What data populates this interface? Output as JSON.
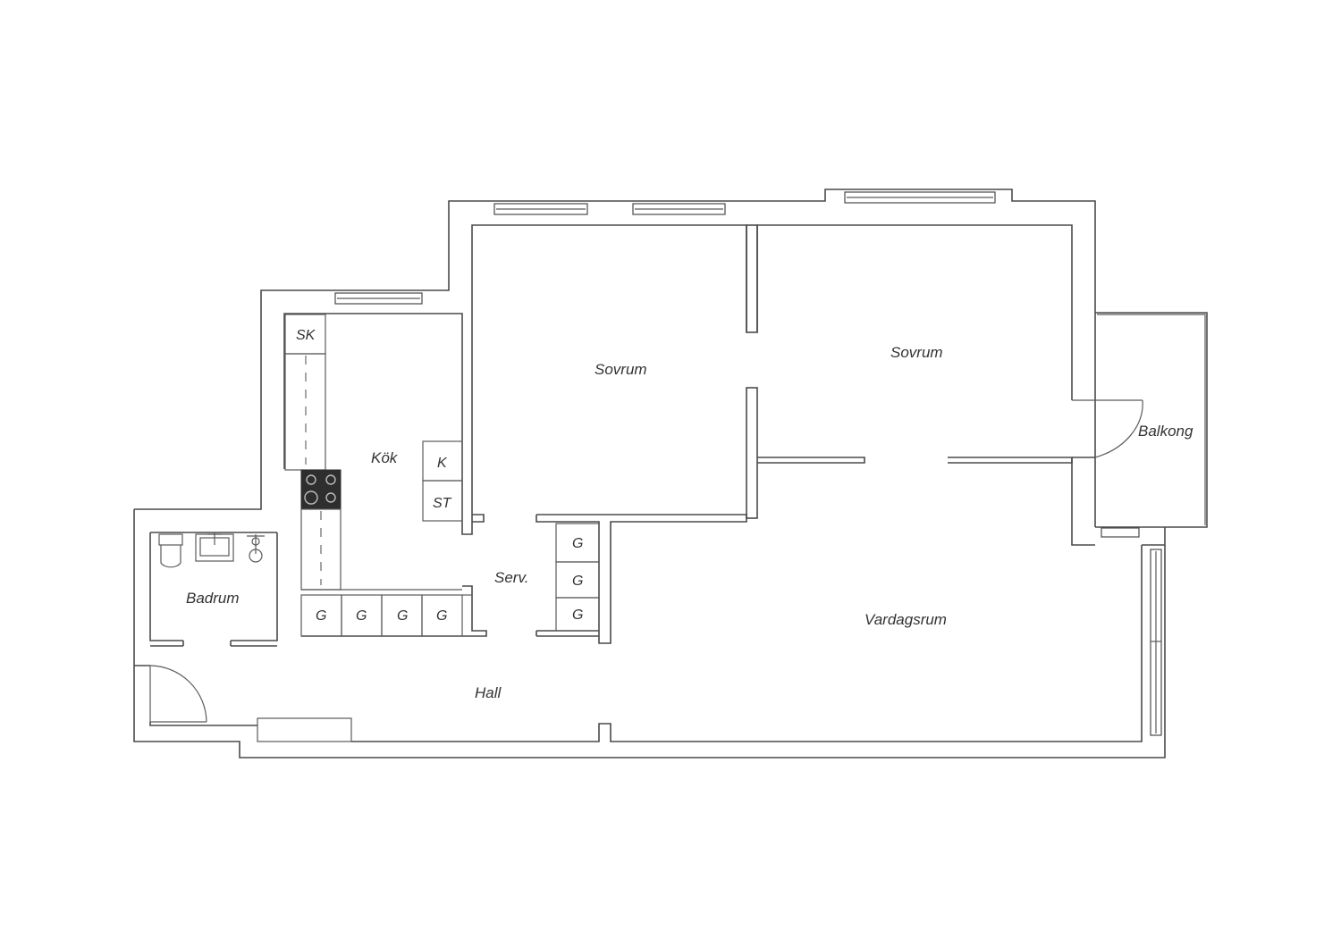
{
  "rooms": {
    "kitchen": "Kök",
    "bedroom_1": "Sovrum",
    "bedroom_2": "Sovrum",
    "balcony": "Balkong",
    "bathroom": "Badrum",
    "pantry": "Serv.",
    "living_room": "Vardagsrum",
    "hall": "Hall"
  },
  "fixtures": {
    "cabinet": "SK",
    "fridge": "K",
    "stove_unit": "ST",
    "wardrobe": "G"
  },
  "colors": {
    "wall": "#4a4a4a",
    "text": "#333333",
    "stove": "#2e2e2e"
  }
}
